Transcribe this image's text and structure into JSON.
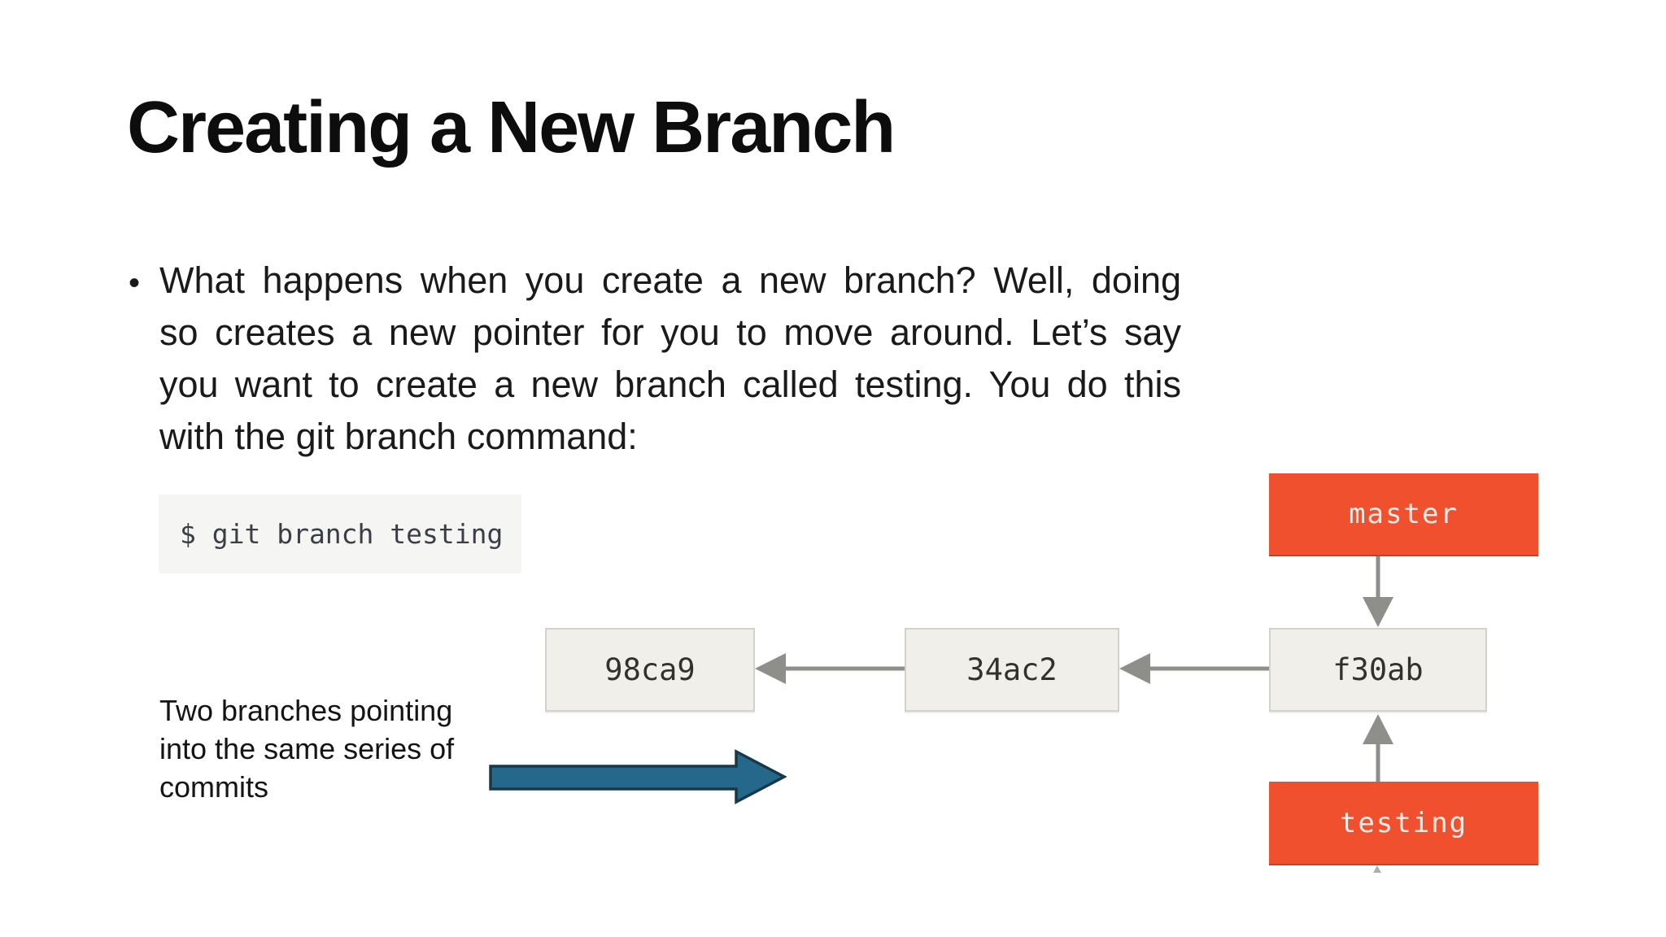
{
  "slide": {
    "title": "Creating a New Branch",
    "bullet_char": "•",
    "paragraph_lines": [
      "What happens when you create a new branch? Well, doing",
      "so creates a new pointer for you to move around. Let’s say",
      "you want to create a new branch called testing. You do this",
      "with the git branch command:"
    ],
    "code_snippet": "$ git branch testing",
    "caption_lines": [
      "Two branches pointing",
      "into the same series of",
      "commits"
    ]
  },
  "diagram": {
    "commits": [
      {
        "id": "98ca9"
      },
      {
        "id": "34ac2"
      },
      {
        "id": "f30ab"
      }
    ],
    "branches": [
      {
        "label": "master"
      },
      {
        "label": "testing"
      }
    ],
    "colors": {
      "branch_box": "#f1502f",
      "commit_box_bg": "#f0efe9",
      "commit_box_border": "#d2d1ca",
      "arrow_gray": "#8e8e8b",
      "blue_arrow_fill": "#26688c",
      "blue_arrow_border": "#16394a",
      "code_bg": "#f5f5f3",
      "code_text": "#3b3e44"
    }
  }
}
